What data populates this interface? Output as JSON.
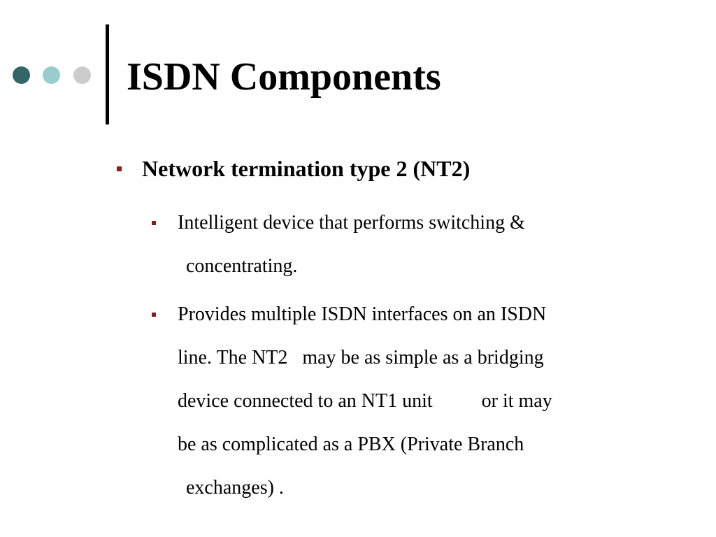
{
  "colors": {
    "dot_1": "#336666",
    "dot_2": "#99cccc",
    "dot_3": "#cccccc",
    "rule": "#000000",
    "bullet_marker": "#8b1a1a"
  },
  "slide": {
    "title": "ISDN Components",
    "bullet": {
      "text": "Network termination type 2 (NT2)",
      "sub_bullets": [
        {
          "lines": [
            "Intelligent device that performs switching &",
            "concentrating."
          ]
        },
        {
          "lines": [
            "Provides multiple ISDN interfaces on an ISDN",
            "line. The NT2   may be as simple as a bridging",
            "device connected to an NT1 unit          or it may",
            "be as complicated as a PBX (Private Branch",
            "exchanges) ."
          ]
        }
      ]
    }
  }
}
